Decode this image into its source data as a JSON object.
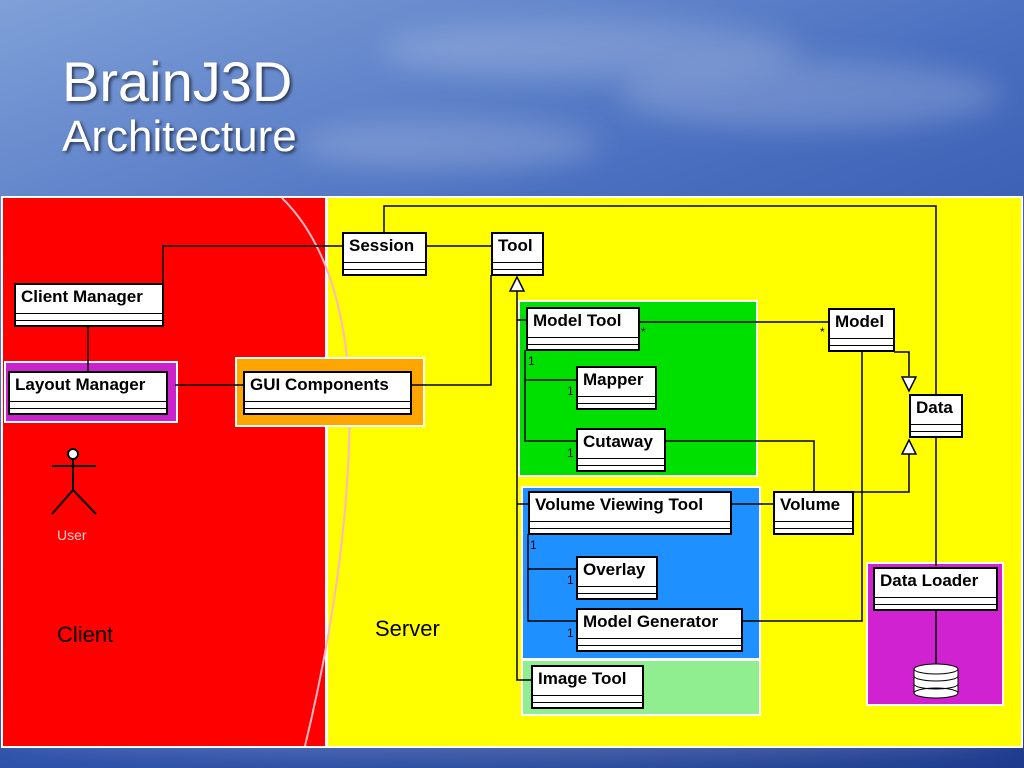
{
  "slide": {
    "title": "BrainJ3D",
    "subtitle": "Architecture"
  },
  "regions": {
    "client": "Client",
    "server": "Server"
  },
  "actor": {
    "label": "User"
  },
  "classes": {
    "client_manager": "Client Manager",
    "layout_manager": "Layout Manager",
    "gui_components": "GUI Components",
    "session": "Session",
    "tool": "Tool",
    "model_tool": "Model Tool",
    "mapper": "Mapper",
    "cutaway": "Cutaway",
    "volume_viewing_tool": "Volume Viewing Tool",
    "overlay": "Overlay",
    "model_generator": "Model Generator",
    "image_tool": "Image Tool",
    "model": "Model",
    "data": "Data",
    "volume": "Volume",
    "data_loader": "Data Loader"
  },
  "multiplicities": {
    "model_tool_star": "*",
    "model_star": "*",
    "model_tool_one": "1",
    "mapper_one": "1",
    "cutaway_one": "1",
    "vvt_one": "1",
    "overlay_one": "1",
    "model_generator_one": "1"
  },
  "colors": {
    "client_region": "#ff0000",
    "server_region": "#ffff00",
    "model_tool_group": "#00e000",
    "volume_tool_group": "#1e90ff",
    "image_tool_group": "#90ee90",
    "gui_group": "#ffa500",
    "layout_group": "#cc22cc",
    "data_loader_group": "#d022d0"
  }
}
